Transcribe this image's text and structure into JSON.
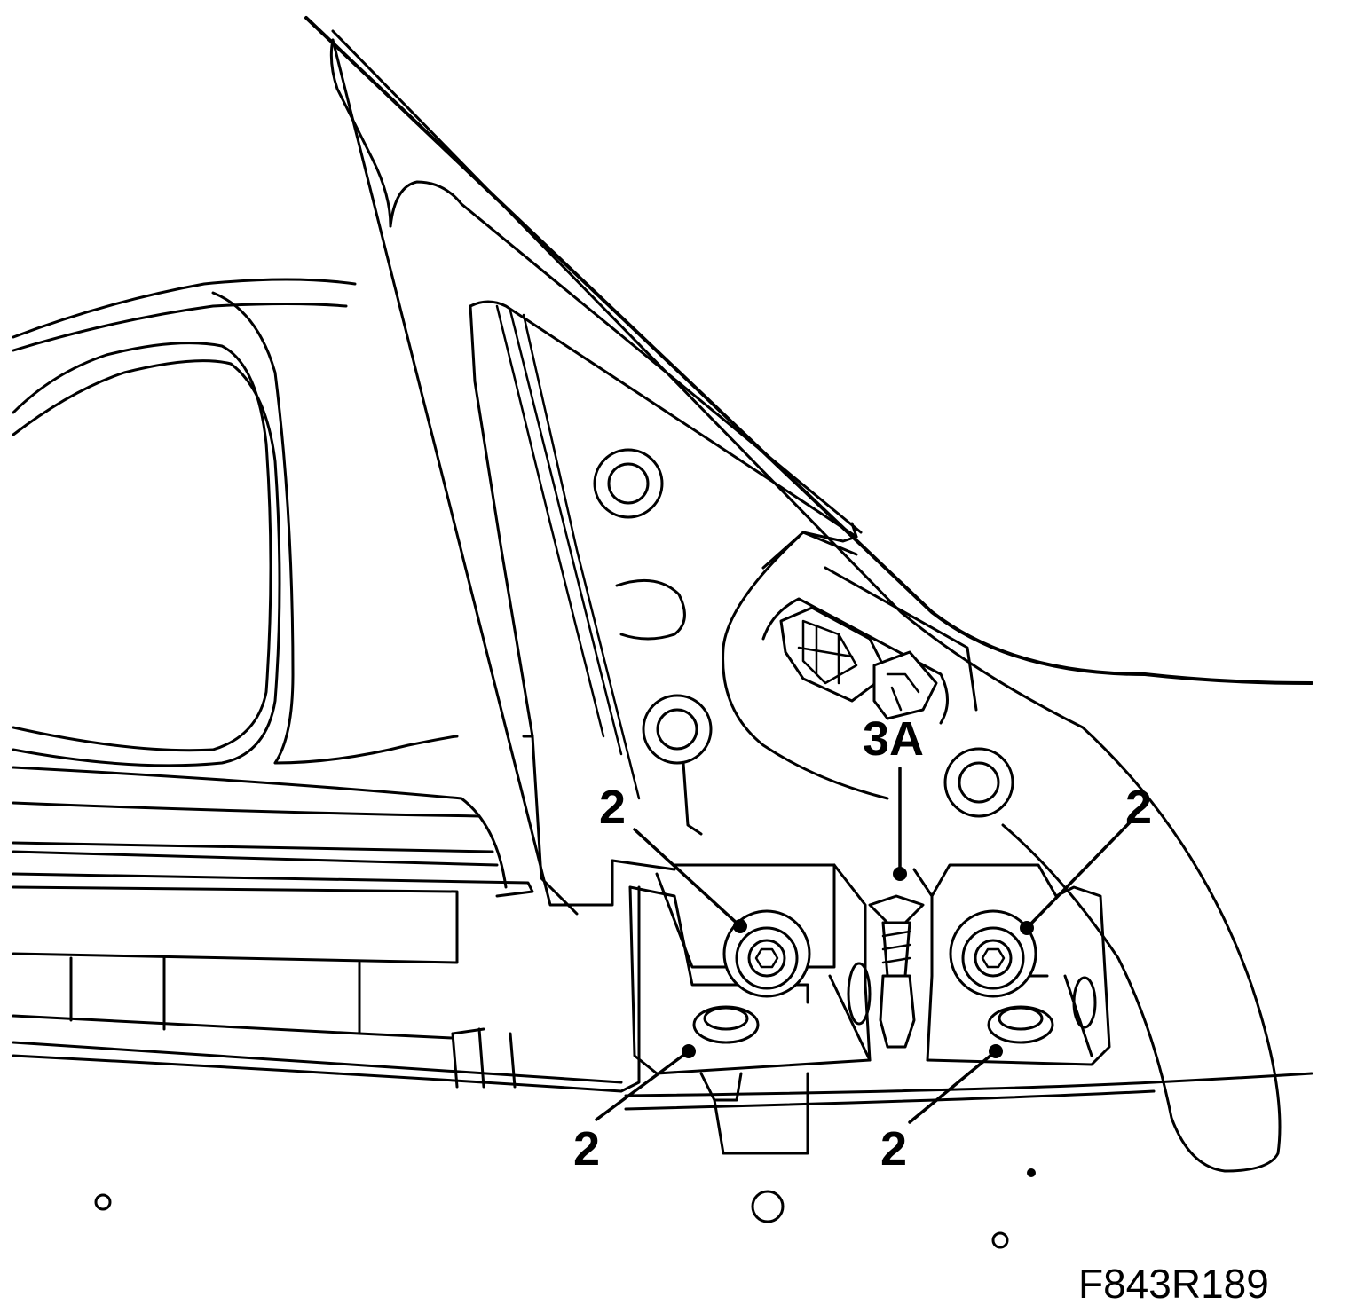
{
  "callouts": {
    "bolt_upper_left": "2",
    "bolt_upper_right": "2",
    "bolt_lower_left": "2",
    "bolt_lower_right": "2",
    "connector_screw": "3A"
  },
  "figure_code": "F843R189"
}
